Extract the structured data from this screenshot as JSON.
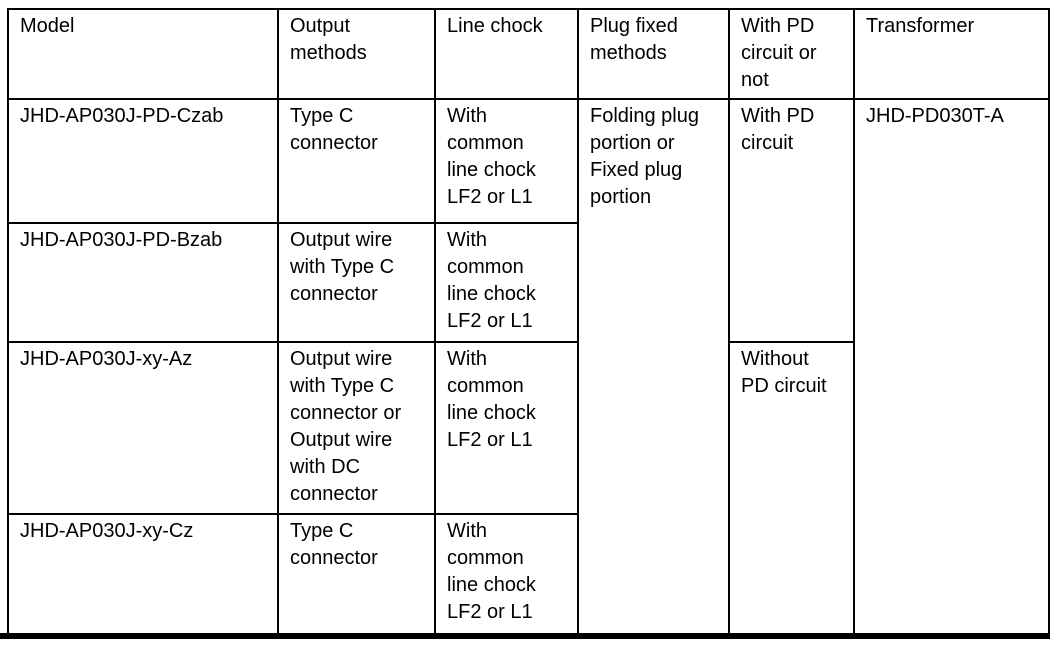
{
  "table": {
    "title": "adapter-model-specification-table",
    "headers": [
      "Model",
      "Output\nmethods",
      "Line chock",
      "Plug fixed\nmethods",
      "With PD\ncircuit or\nnot",
      "Transformer"
    ],
    "rows": [
      {
        "model": "JHD-AP030J-PD-Czab",
        "output_methods": "Type C\nconnector",
        "line_chock": "With\ncommon\nline chock\nLF2 or L1"
      },
      {
        "model": "JHD-AP030J-PD-Bzab",
        "output_methods": "Output wire\nwith Type C\nconnector",
        "line_chock": "With\ncommon\nline chock\nLF2 or L1"
      },
      {
        "model": "JHD-AP030J-xy-Az",
        "output_methods": "Output wire\nwith Type C\nconnector or\nOutput wire\nwith DC\nconnector",
        "line_chock": "With\ncommon\nline chock\nLF2 or L1"
      },
      {
        "model": "JHD-AP030J-xy-Cz",
        "output_methods": "Type C\nconnector",
        "line_chock": "With\ncommon\nline chock\nLF2 or L1"
      }
    ],
    "merged_cells": {
      "plug_fixed_methods": "Folding plug\nportion or\nFixed plug\nportion",
      "with_pd_circuit": "With PD\ncircuit",
      "without_pd_circuit": "Without\nPD circuit",
      "transformer": "JHD-PD030T-A"
    }
  },
  "colors": {
    "border": "#000000",
    "text": "#000000",
    "background": "#ffffff"
  }
}
